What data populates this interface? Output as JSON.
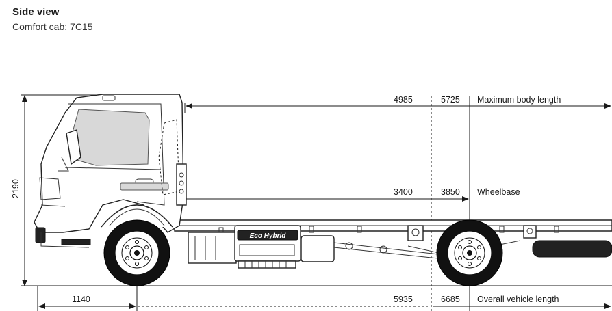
{
  "header": {
    "title": "Side view",
    "subtitle": "Comfort cab: 7C15"
  },
  "dimensions": {
    "body_length": {
      "value_a": "4985",
      "value_b": "5725",
      "label": "Maximum body length"
    },
    "wheelbase": {
      "value_a": "3400",
      "value_b": "3850",
      "label": "Wheelbase"
    },
    "overall_length": {
      "value_a": "5935",
      "value_b": "6685",
      "label": "Overall vehicle length"
    },
    "front_overhang": "1140",
    "height": "2190"
  },
  "badge": {
    "text": "Eco Hybrid"
  }
}
